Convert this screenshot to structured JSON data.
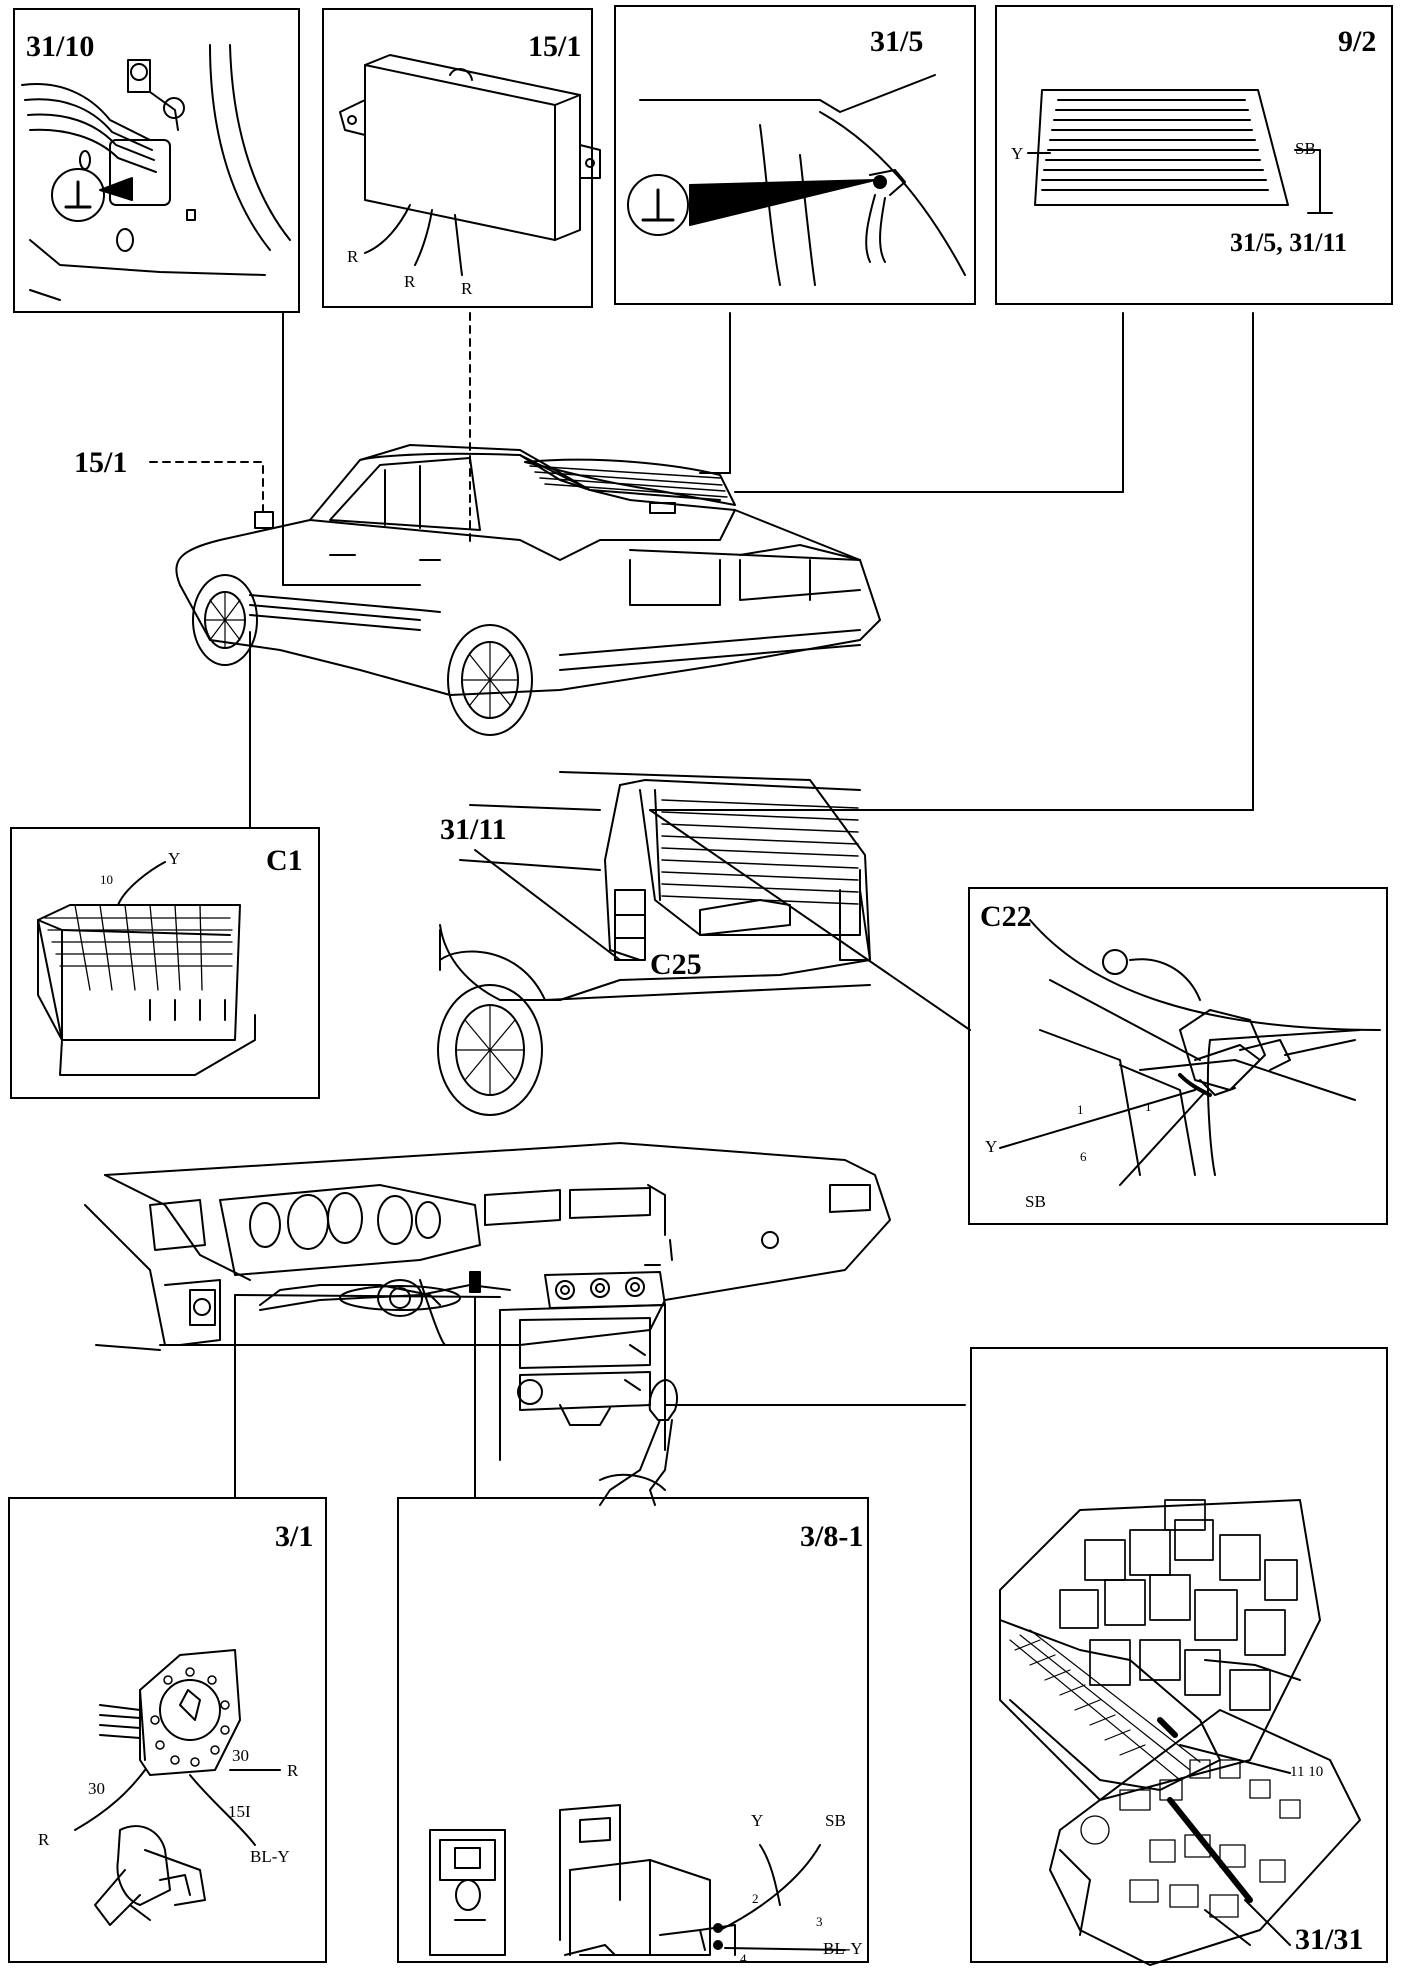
{
  "panels": {
    "p_31_10": {
      "title": "31/10"
    },
    "p_15_1": {
      "title": "15/1",
      "wires": [
        "R",
        "R",
        "R"
      ]
    },
    "p_31_5": {
      "title": "31/5"
    },
    "p_9_2": {
      "title": "9/2",
      "left_wire": "Y",
      "right_wire": "SB",
      "ground_ref": "31/5, 31/11"
    },
    "p_C1": {
      "title": "C1",
      "pin": "10",
      "wire": "Y"
    },
    "p_C22": {
      "title": "C22",
      "pin1": "1",
      "pin1b": "1",
      "pin6": "6",
      "wire_y": "Y",
      "wire_sb": "SB"
    },
    "p_3_1": {
      "title": "3/1",
      "t30a": "30",
      "t30b": "30",
      "t15i": "15I",
      "wire_r1": "R",
      "wire_r2": "R",
      "wire_bly": "BL-Y"
    },
    "p_3_8_1": {
      "title": "3/8-1",
      "wire_y": "Y",
      "wire_sb": "SB",
      "pin2": "2",
      "pin3": "3",
      "pin4": "4",
      "wire_bly": "BL-Y"
    },
    "p_31_31": {
      "pins": "11 10",
      "title": "31/31"
    }
  },
  "callouts": {
    "car_15_1": "15/1",
    "wagon_31_11": "31/11",
    "wagon_C25": "C25"
  }
}
